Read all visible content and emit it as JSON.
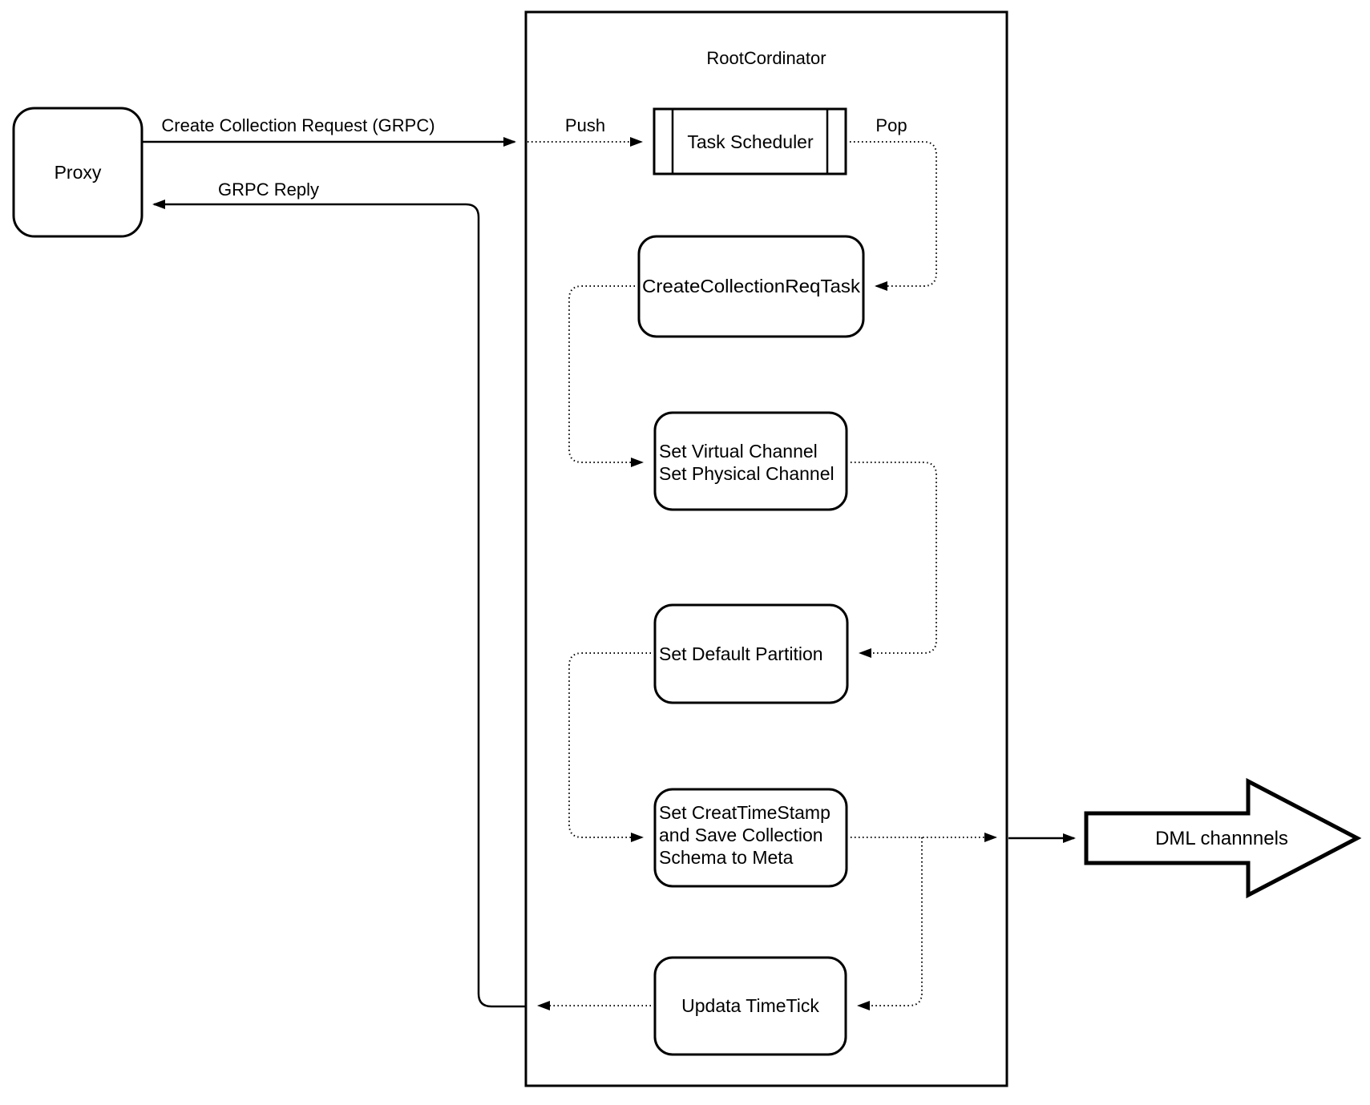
{
  "diagram": {
    "background": "#ffffff",
    "stroke_color": "#000000",
    "title": "RootCordinator",
    "nodes": {
      "proxy": {
        "label": "Proxy"
      },
      "task_scheduler": {
        "label": "Task Scheduler"
      },
      "create_collection_req_task": {
        "label": "CreateCollectionReqTask"
      },
      "set_channels": {
        "lines": [
          "Set Virtual Channel",
          "Set Physical Channel"
        ]
      },
      "set_default_partition": {
        "label": "Set Default Partition"
      },
      "set_creat_timestamp": {
        "lines": [
          "Set CreatTimeStamp",
          "and Save Collection",
          "Schema to Meta"
        ]
      },
      "updata_timetick": {
        "label": "Updata TimeTick"
      },
      "dml_channels": {
        "label": "DML channnels"
      }
    },
    "edge_labels": {
      "create_collection_request": "Create Collection Request (GRPC)",
      "grpc_reply": "GRPC Reply",
      "push": "Push",
      "pop": "Pop"
    }
  }
}
